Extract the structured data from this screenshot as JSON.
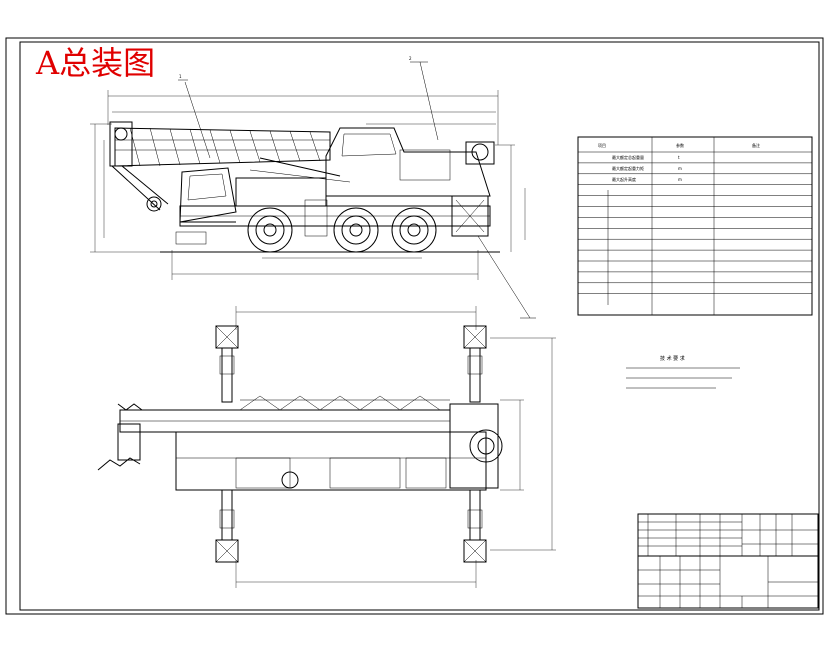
{
  "drawing": {
    "title_label": "A总装图",
    "title_color": "#e00000",
    "line_color": "#000000"
  },
  "balloons": {
    "left": "1",
    "right": "2"
  },
  "spec_table": {
    "header": {
      "item": "项目",
      "value": "参数",
      "note": "备注"
    },
    "rows": [
      {
        "group": "",
        "item": "最大额定总起重量",
        "value": "t"
      },
      {
        "group": "",
        "item": "最大额定起重力矩",
        "value": "m"
      },
      {
        "group": "",
        "item": "最大起升高度",
        "value": "m"
      },
      {
        "group": "",
        "item": "",
        "value": ""
      },
      {
        "group": "",
        "item": "",
        "value": ""
      },
      {
        "group": "",
        "item": "",
        "value": ""
      },
      {
        "group": "",
        "item": "",
        "value": ""
      },
      {
        "group": "",
        "item": "",
        "value": ""
      },
      {
        "group": "",
        "item": "",
        "value": ""
      },
      {
        "group": "",
        "item": "",
        "value": ""
      },
      {
        "group": "",
        "item": "",
        "value": ""
      },
      {
        "group": "",
        "item": "",
        "value": ""
      },
      {
        "group": "",
        "item": "",
        "value": ""
      },
      {
        "group": "",
        "item": "",
        "value": ""
      }
    ]
  },
  "tech_requirements": {
    "title": "技 术 要 求",
    "items": [
      "",
      "",
      ""
    ]
  },
  "title_block": {
    "part_rows": [
      "",
      "",
      "",
      ""
    ],
    "name_cell": "",
    "scale_cell": ""
  }
}
